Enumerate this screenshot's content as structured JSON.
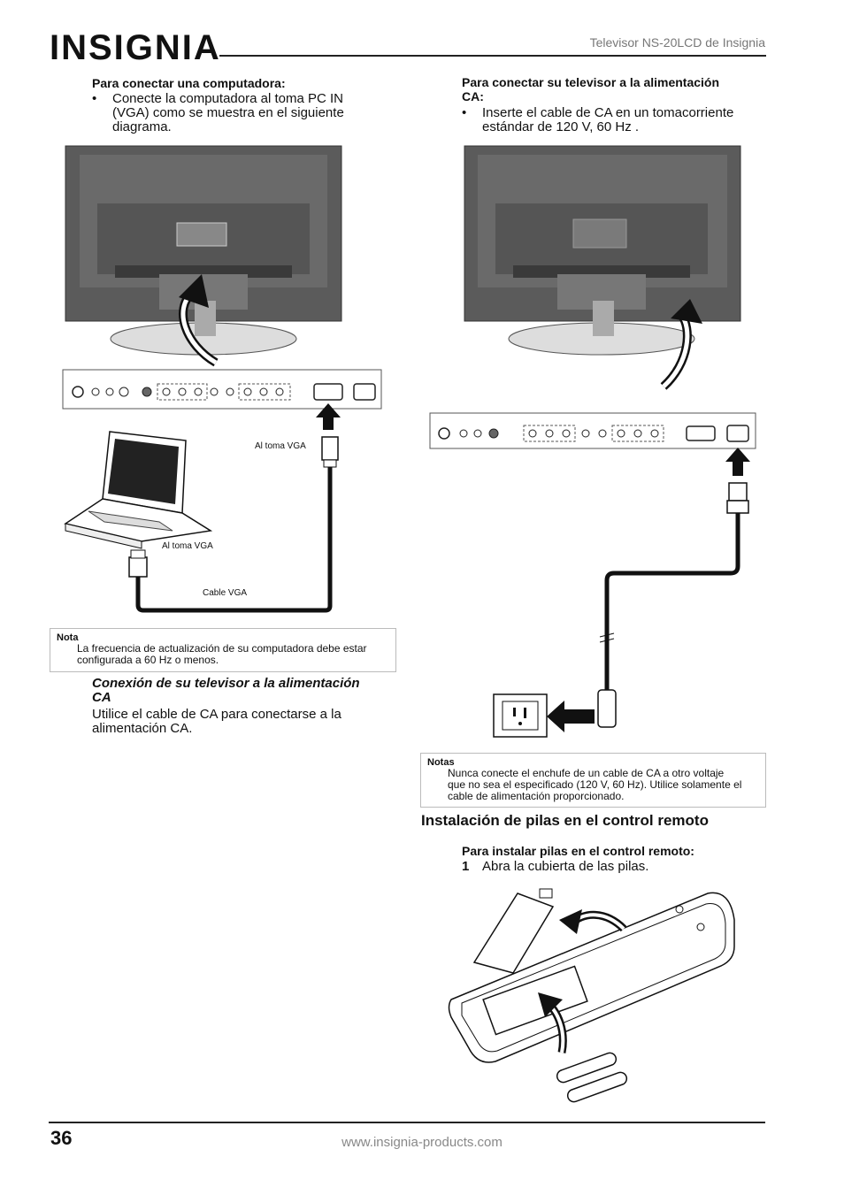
{
  "header": {
    "logo": "INSIGNIA",
    "title": "Televisor NS-20LCD de Insignia"
  },
  "left": {
    "heading": "Para conectar una computadora:",
    "bullet_line1": "Conecte la computadora al toma PC IN",
    "bullet_line2": "(VGA) como se muestra en el siguiente",
    "bullet_line3": "diagrama.",
    "label_vga_top": "Al toma VGA",
    "label_vga_laptop": "Al toma VGA",
    "label_cable": "Cable VGA",
    "note_title": "Nota",
    "note_line1": "La frecuencia de actualización de su computadora debe estar",
    "note_line2": "configurada a 60 Hz o menos.",
    "sub_heading_line1": "Conexión de su televisor a la alimentación",
    "sub_heading_line2": "CA",
    "para_line1": "Utilice el cable de CA para conectarse a la",
    "para_line2": "alimentación CA."
  },
  "right": {
    "heading_line1": "Para conectar su televisor a la alimentación",
    "heading_line2": "CA:",
    "bullet_line1": "Inserte el cable de CA en un tomacorriente",
    "bullet_line2": "estándar de 120 V, 60 Hz .",
    "note_title": "Notas",
    "note_line1": "Nunca conecte el enchufe de un cable de CA a otro voltaje",
    "note_line2": "que no sea el especificado (120 V, 60 Hz). Utilice solamente el",
    "note_line3": "cable de alimentación proporcionado.",
    "section_heading": "Instalación de pilas en el control remoto",
    "sub_heading": "Para instalar pilas en el control remoto:",
    "step_num": "1",
    "step_text": "Abra la cubierta de las pilas."
  },
  "footer": {
    "page_number": "36",
    "url": "www.insignia-products.com"
  }
}
